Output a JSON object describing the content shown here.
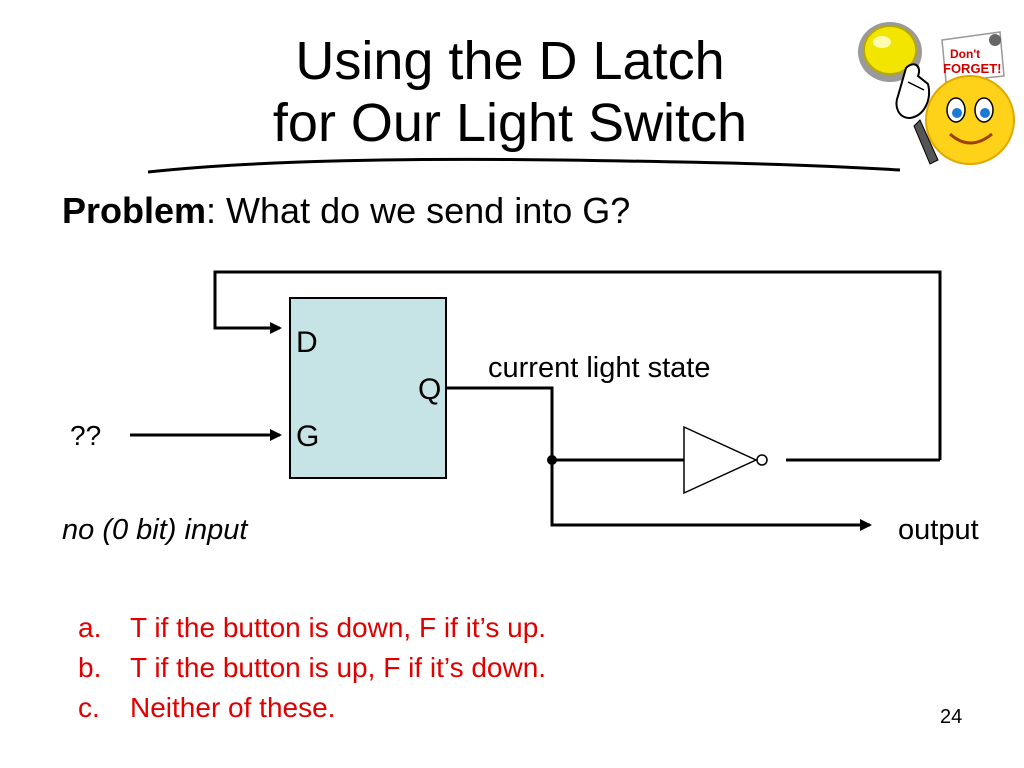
{
  "title": {
    "line1": "Using the D Latch",
    "line2": "for Our Light Switch"
  },
  "problem": {
    "label": "Problem",
    "text": ": What do we send into G?"
  },
  "diagram": {
    "latch_d": "D",
    "latch_q": "Q",
    "latch_g": "G",
    "g_input": "??",
    "q_label": "current light state",
    "no_input_label": "no (0 bit) input",
    "output_label": "output"
  },
  "options": [
    {
      "letter": "a.",
      "text": "T if the button is down, F if it’s up."
    },
    {
      "letter": "b.",
      "text": "T if the button is up, F if it’s down."
    },
    {
      "letter": "c.",
      "text": "Neither of these."
    }
  ],
  "mascot": {
    "text_line1": "Don't",
    "text_line2": "FORGET!"
  },
  "page_number": "24",
  "colors": {
    "latch_fill": "#c6e4e6",
    "options_text": "#e00000",
    "bulb": "#f2e500",
    "smiley": "#ffd21a"
  }
}
